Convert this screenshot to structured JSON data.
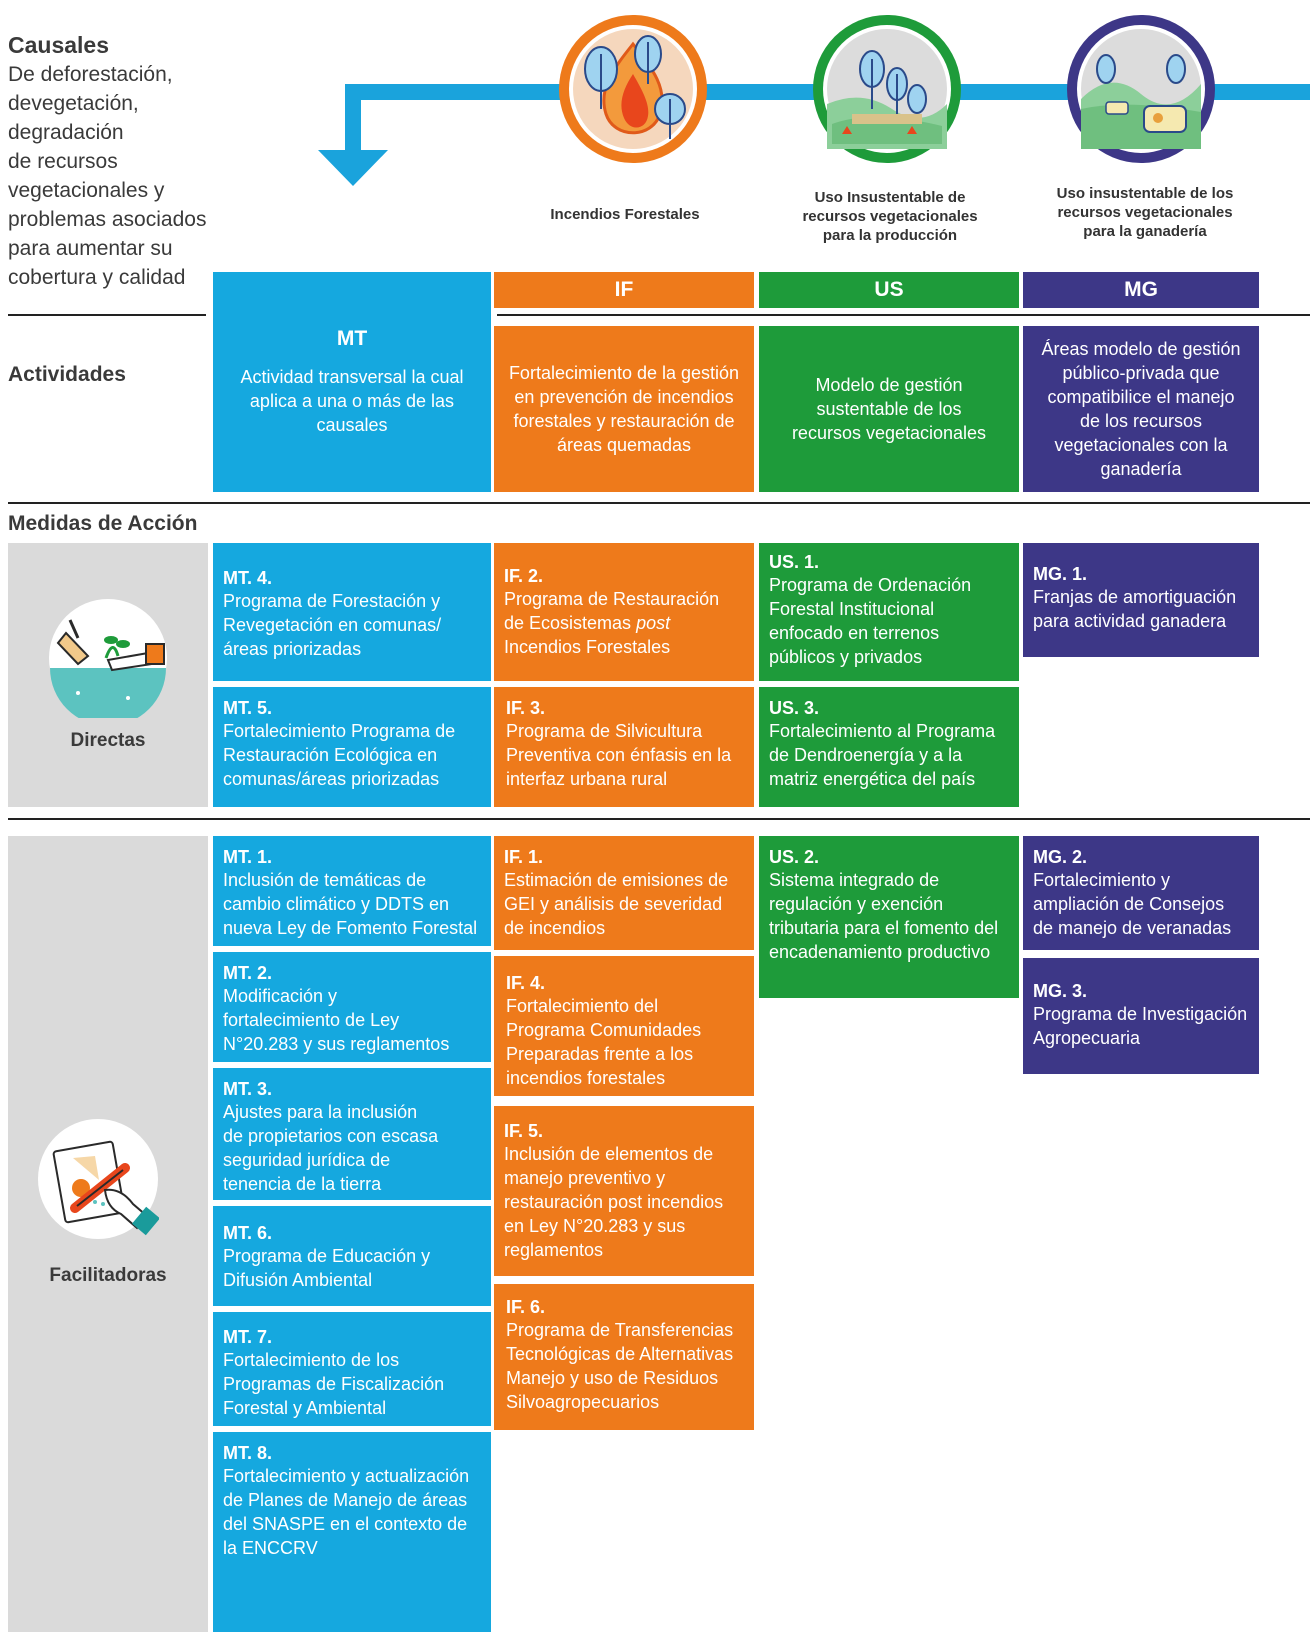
{
  "header": {
    "causales_title": "Causales",
    "causales_lines": [
      "De deforestación,",
      "devegetación,",
      "degradación",
      "de recursos",
      "vegetacionales y",
      "problemas asociados",
      "para aumentar su",
      "cobertura y calidad"
    ]
  },
  "categories": {
    "if_caption": "Incendios Forestales",
    "us_caption": [
      "Uso Insustentable de",
      "recursos vegetacionales",
      "para la producción"
    ],
    "mg_caption": [
      "Uso insustentable de los",
      "recursos vegetacionales",
      "para la ganadería"
    ],
    "if_code": "IF",
    "us_code": "US",
    "mg_code": "MG"
  },
  "activities": {
    "label": "Actividades",
    "mt_code": "MT",
    "mt_text": "Actividad transversal la cual aplica a una o más de las causales",
    "if_text": "Fortalecimiento de la gestión en prevención de incendios forestales y restauración de áreas quemadas",
    "us_text": "Modelo de gestión sustentable de los recursos vegetacionales",
    "mg_text": "Áreas modelo de gestión público-privada que compatibilice el manejo de los recursos vegetacionales con la ganadería"
  },
  "measures": {
    "label": "Medidas de Acción",
    "directas_label": "Directas",
    "facilitadoras_label": "Facilitadoras",
    "mt4": {
      "code": "MT. 4.",
      "text": "Programa de Forestación y Revegetación en comunas/ áreas priorizadas"
    },
    "mt5": {
      "code": "MT. 5.",
      "text": "Fortalecimiento Programa de Restauración Ecológica en comunas/áreas priorizadas"
    },
    "if2": {
      "code": "IF. 2.",
      "text_a": "Programa de Restauración de Ecosistemas ",
      "text_em": "post",
      "text_b": " Incendios Forestales"
    },
    "if3": {
      "code": "IF. 3.",
      "text": "Programa de Silvicultura Preventiva con énfasis en la interfaz urbana rural"
    },
    "us1": {
      "code": "US. 1.",
      "text": "Programa de Ordenación Forestal Institucional enfocado en terrenos públicos y privados"
    },
    "us3": {
      "code": "US. 3.",
      "text": "Fortalecimiento al Programa de Dendroenergía y a la matriz energética del país"
    },
    "mg1": {
      "code": "MG. 1.",
      "text": "Franjas de amortiguación para actividad ganadera"
    },
    "mt1": {
      "code": "MT. 1.",
      "text": "Inclusión de temáticas de cambio climático y DDTS en nueva  Ley de Fomento Forestal"
    },
    "mt2": {
      "code": "MT. 2.",
      "text": "Modificación y fortalecimiento de Ley N°20.283 y sus reglamentos"
    },
    "mt3": {
      "code": "MT. 3.",
      "text": "Ajustes para la inclusión de propietarios con escasa seguridad jurídica de tenencia de la tierra"
    },
    "mt6": {
      "code": "MT. 6.",
      "text": "Programa de Educación y Difusión Ambiental"
    },
    "mt7": {
      "code": "MT. 7.",
      "text": "Fortalecimiento de los Programas de Fiscalización Forestal y Ambiental"
    },
    "mt8": {
      "code": "MT. 8.",
      "text": "Fortalecimiento y actualización de Planes de Manejo de áreas del SNASPE en el contexto de la ENCCRV"
    },
    "if1": {
      "code": "IF. 1.",
      "text": "Estimación de emisiones de GEI y análisis de severidad de incendios"
    },
    "if4": {
      "code": "IF. 4.",
      "text": "Fortalecimiento del Programa Comunidades Preparadas frente a los incendios forestales"
    },
    "if5": {
      "code": "IF. 5.",
      "text": "Inclusión de elementos de manejo preventivo y restauración post incendios en Ley N°20.283 y sus reglamentos"
    },
    "if6": {
      "code": "IF. 6.",
      "text": "Programa de Transferencias Tecnológicas de Alternativas Manejo y uso de Residuos Silvoagropecuarios"
    },
    "us2": {
      "code": "US. 2.",
      "text": "Sistema integrado de regulación y exención tributaria para el fomento del encadenamiento productivo"
    },
    "mg2": {
      "code": "MG. 2.",
      "text": "Fortalecimiento y ampliación de Consejos de manejo de veranadas"
    },
    "mg3": {
      "code": "MG. 3.",
      "text": "Programa de Investigación Agropecuaria"
    }
  },
  "colors": {
    "mt": "#15a8df",
    "if": "#ee7a1b",
    "us": "#1e9b3a",
    "mg": "#3d3787",
    "arrow": "#1aa3dc",
    "panel": "#dadada"
  }
}
